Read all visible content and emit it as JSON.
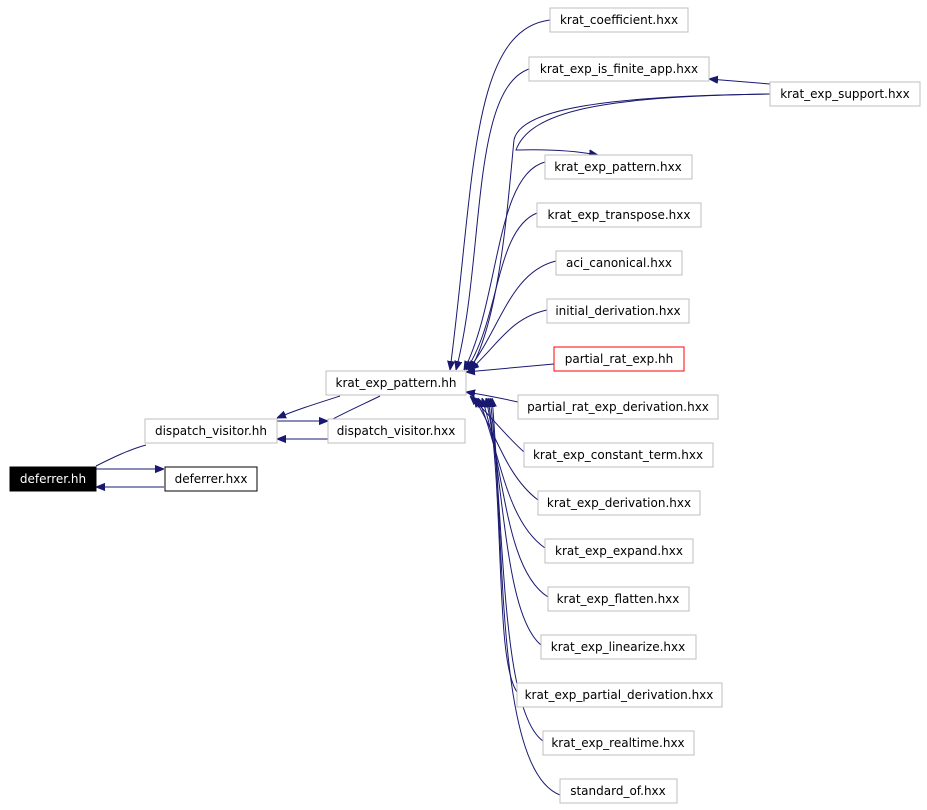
{
  "colors": {
    "edge": "#191970",
    "border_default": "#bfbfbf",
    "border_highlight": "#ff0000",
    "border_black": "#000000",
    "root_fill": "#000000",
    "root_text": "#ffffff"
  },
  "nodes": {
    "deferrer_hh": "deferrer.hh",
    "deferrer_hxx": "deferrer.hxx",
    "dispatch_visitor_hh": "dispatch_visitor.hh",
    "dispatch_visitor_hxx": "dispatch_visitor.hxx",
    "krat_exp_pattern_hh": "krat_exp_pattern.hh",
    "krat_coefficient_hxx": "krat_coefficient.hxx",
    "krat_exp_is_finite_app_hxx": "krat_exp_is_finite_app.hxx",
    "krat_exp_support_hxx": "krat_exp_support.hxx",
    "krat_exp_pattern_hxx": "krat_exp_pattern.hxx",
    "krat_exp_transpose_hxx": "krat_exp_transpose.hxx",
    "aci_canonical_hxx": "aci_canonical.hxx",
    "initial_derivation_hxx": "initial_derivation.hxx",
    "partial_rat_exp_hh": "partial_rat_exp.hh",
    "partial_rat_exp_derivation_hxx": "partial_rat_exp_derivation.hxx",
    "krat_exp_constant_term_hxx": "krat_exp_constant_term.hxx",
    "krat_exp_derivation_hxx": "krat_exp_derivation.hxx",
    "krat_exp_expand_hxx": "krat_exp_expand.hxx",
    "krat_exp_flatten_hxx": "krat_exp_flatten.hxx",
    "krat_exp_linearize_hxx": "krat_exp_linearize.hxx",
    "krat_exp_partial_derivation_hxx": "krat_exp_partial_derivation.hxx",
    "krat_exp_realtime_hxx": "krat_exp_realtime.hxx",
    "standard_of_hxx": "standard_of.hxx"
  }
}
